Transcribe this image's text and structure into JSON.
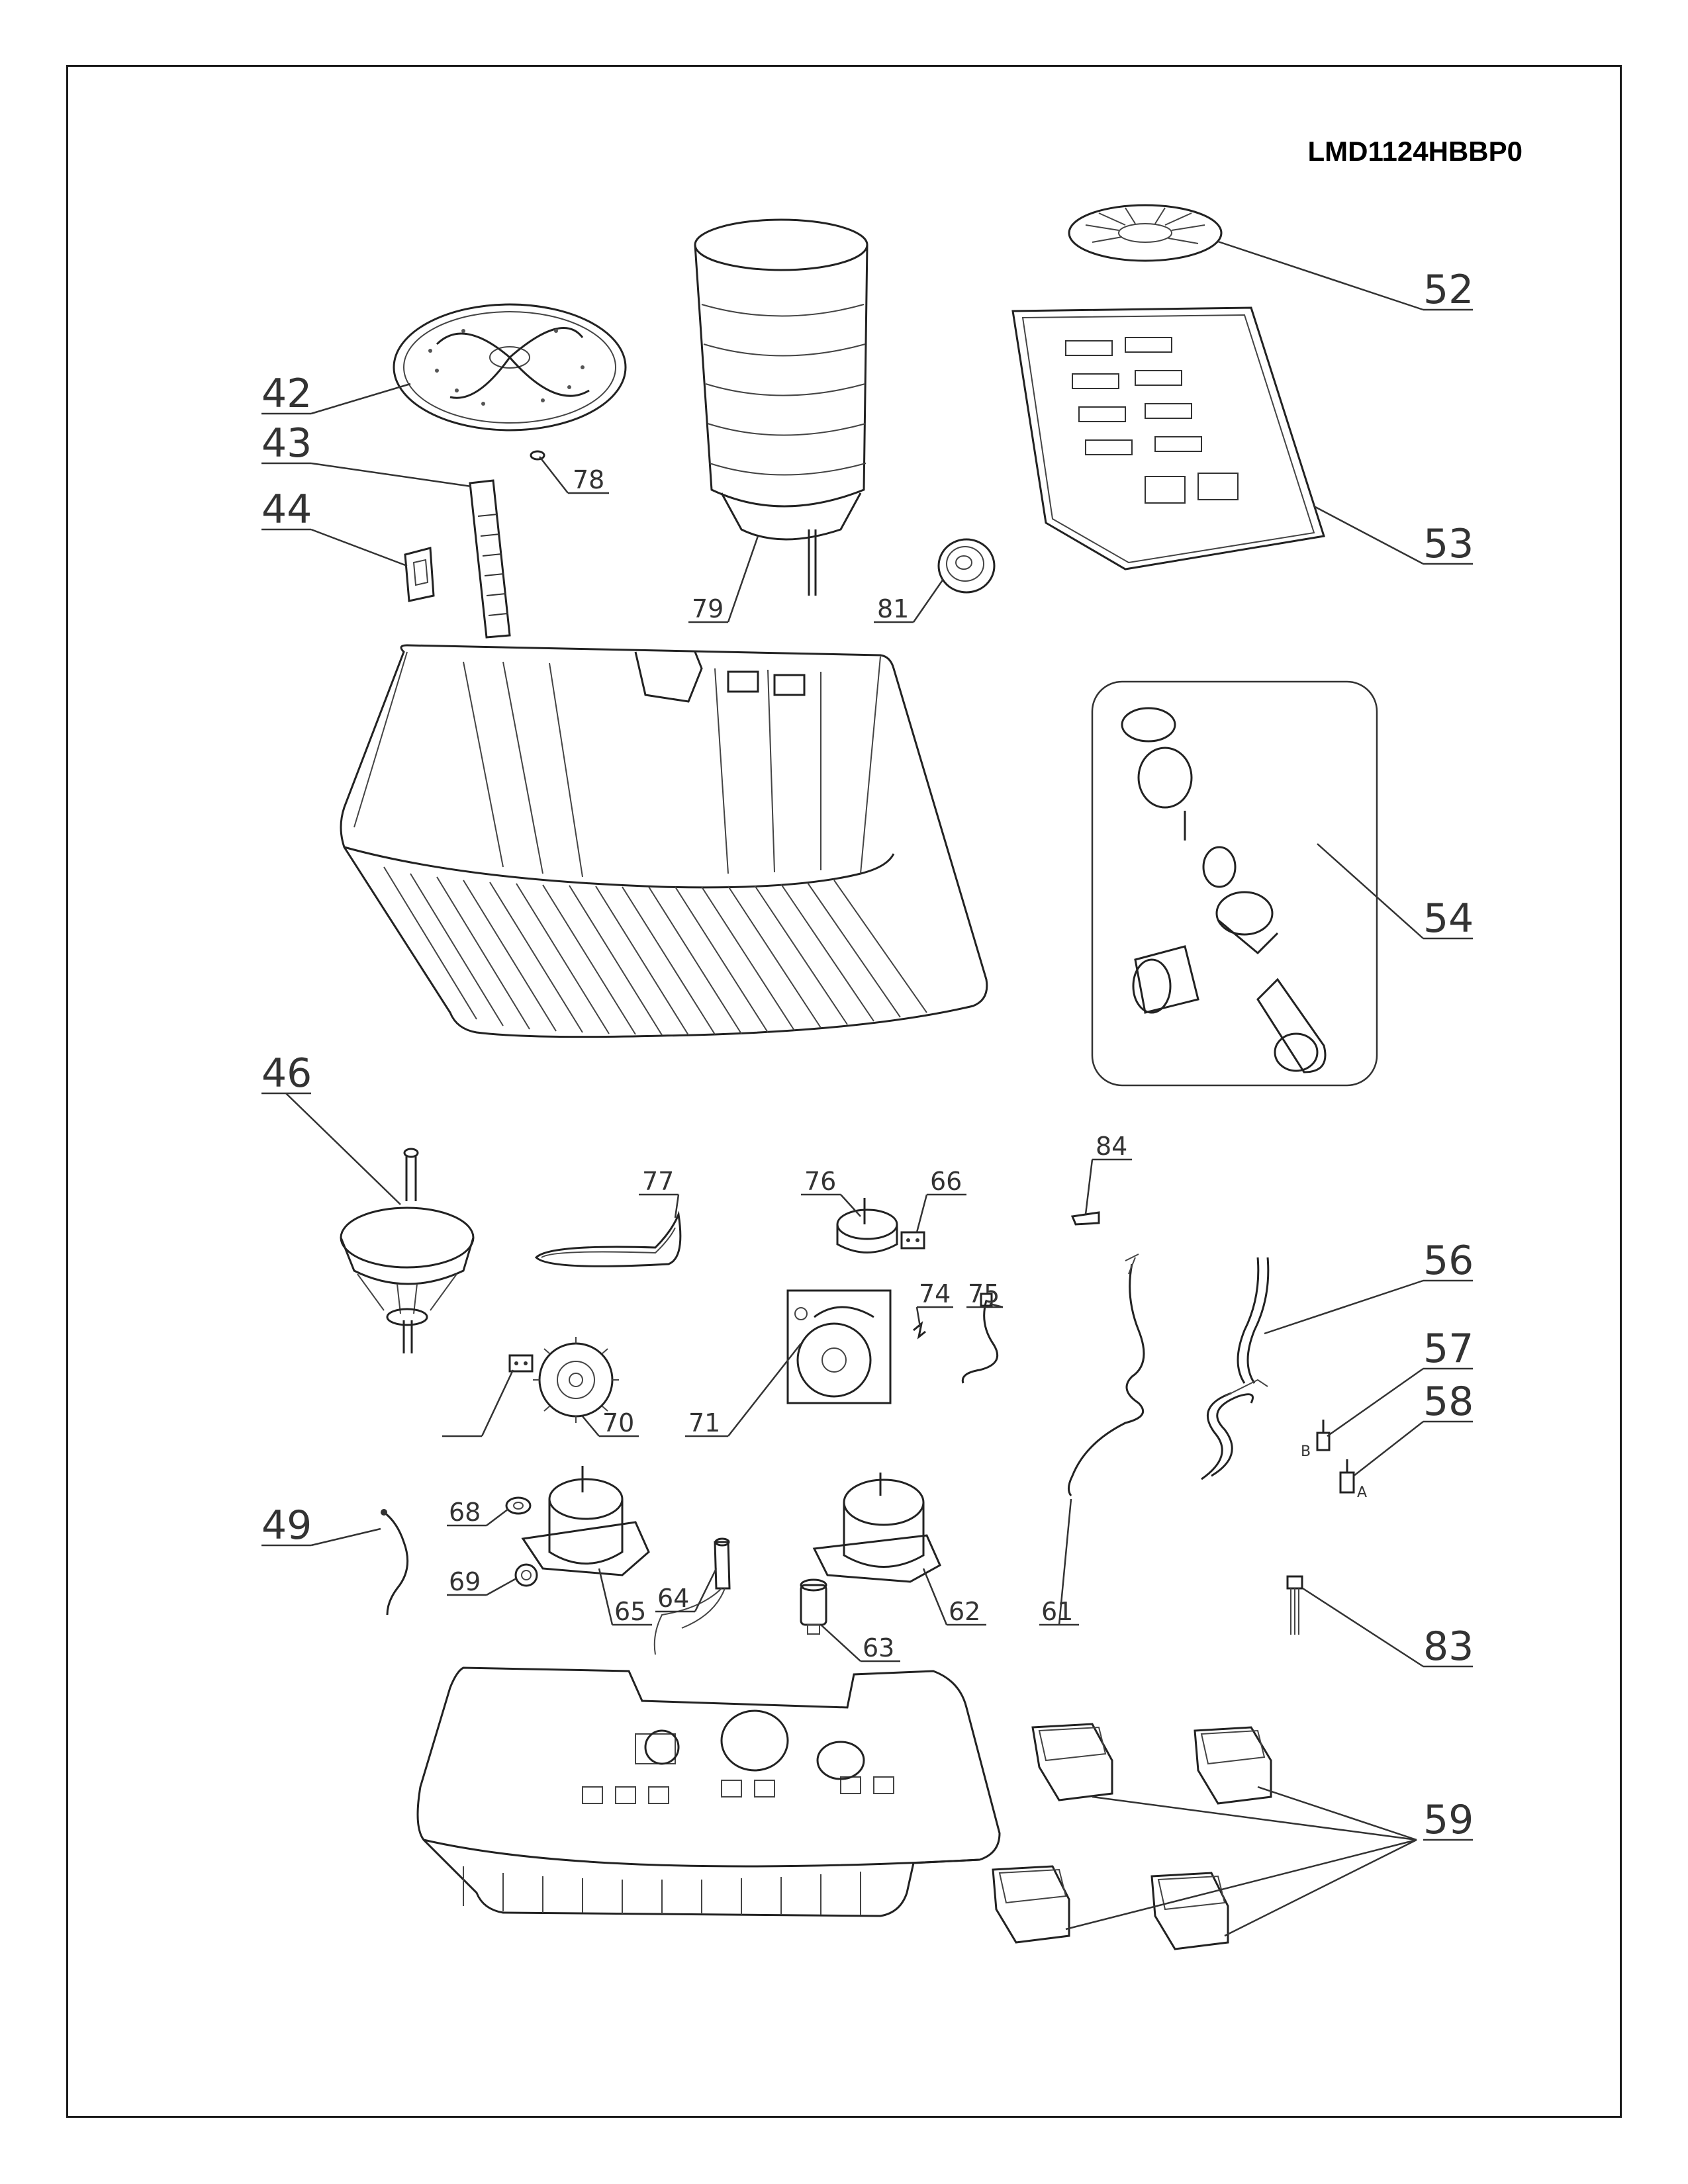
{
  "model_number": "LMD1124HBBP0",
  "callouts": [
    "42",
    "43",
    "44",
    "78",
    "79",
    "81",
    "52",
    "53",
    "54",
    "46",
    "77",
    "76",
    "66",
    "84",
    "56",
    "74",
    "75",
    "71",
    "70",
    "57",
    "58",
    "49",
    "68",
    "69",
    "65",
    "64",
    "62",
    "63",
    "61",
    "83",
    "59"
  ],
  "side_marks": {
    "b": "B",
    "a": "A"
  }
}
